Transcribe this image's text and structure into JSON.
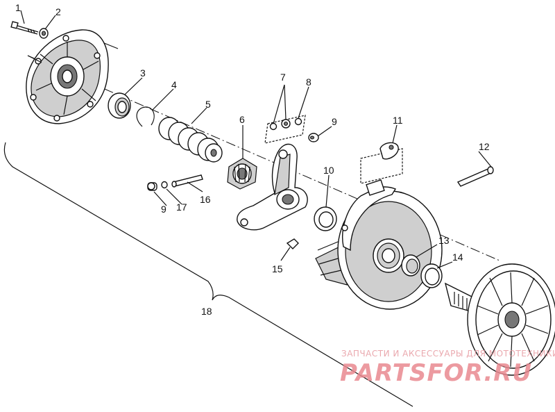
{
  "diagram": {
    "callouts": {
      "c1": "1",
      "c2": "2",
      "c3": "3",
      "c4": "4",
      "c5": "5",
      "c6": "6",
      "c7": "7",
      "c8": "8",
      "c9a": "9",
      "c9b": "9",
      "c10": "10",
      "c11": "11",
      "c12": "12",
      "c13": "13",
      "c14": "14",
      "c15": "15",
      "c16": "16",
      "c17": "17",
      "c18": "18"
    },
    "watermark": {
      "tagline": "ЗАПЧАСТИ И АКСЕССУАРЫ ДЛЯ МОТОТЕХНИКИ",
      "logo": "PARTSFOR.RU"
    }
  }
}
